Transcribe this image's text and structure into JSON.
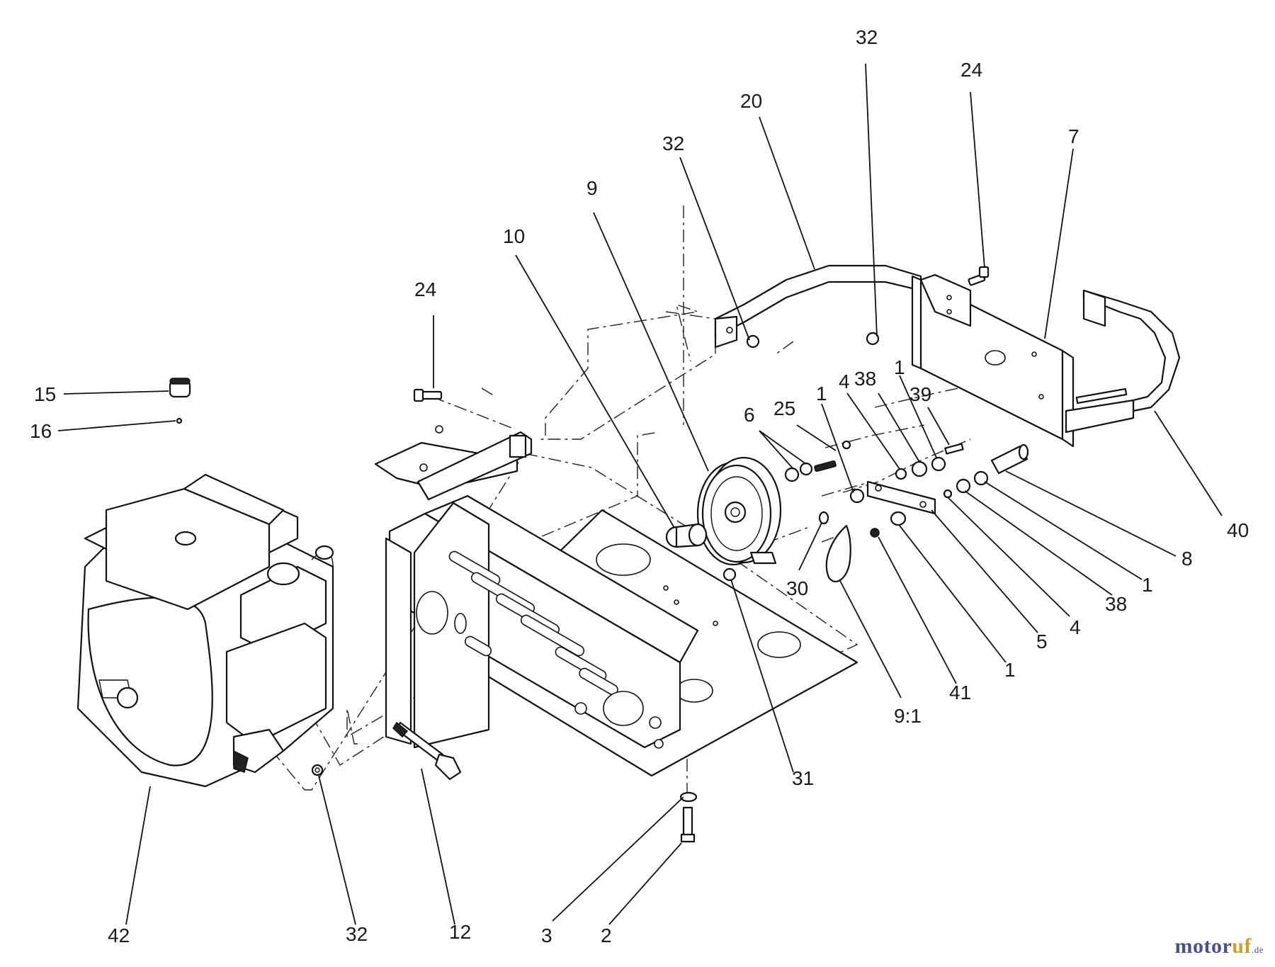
{
  "callouts": [
    {
      "id": "c1",
      "text": "32"
    },
    {
      "id": "c2",
      "text": "24"
    },
    {
      "id": "c3",
      "text": "20"
    },
    {
      "id": "c4",
      "text": "7"
    },
    {
      "id": "c5",
      "text": "32"
    },
    {
      "id": "c6",
      "text": "9"
    },
    {
      "id": "c7",
      "text": "10"
    },
    {
      "id": "c8",
      "text": "24"
    },
    {
      "id": "c9",
      "text": "15"
    },
    {
      "id": "c10",
      "text": "16"
    },
    {
      "id": "c11",
      "text": "6"
    },
    {
      "id": "c12",
      "text": "25"
    },
    {
      "id": "c13",
      "text": "1"
    },
    {
      "id": "c14",
      "text": "4"
    },
    {
      "id": "c15",
      "text": "38"
    },
    {
      "id": "c16",
      "text": "1"
    },
    {
      "id": "c17",
      "text": "39"
    },
    {
      "id": "c18",
      "text": "40"
    },
    {
      "id": "c19",
      "text": "8"
    },
    {
      "id": "c20",
      "text": "1"
    },
    {
      "id": "c21",
      "text": "38"
    },
    {
      "id": "c22",
      "text": "4"
    },
    {
      "id": "c23",
      "text": "5"
    },
    {
      "id": "c24",
      "text": "1"
    },
    {
      "id": "c25",
      "text": "41"
    },
    {
      "id": "c26",
      "text": "9:1"
    },
    {
      "id": "c27",
      "text": "30"
    },
    {
      "id": "c28",
      "text": "31"
    },
    {
      "id": "c29",
      "text": "42"
    },
    {
      "id": "c30",
      "text": "32"
    },
    {
      "id": "c31",
      "text": "12"
    },
    {
      "id": "c32",
      "text": "3"
    },
    {
      "id": "c33",
      "text": "2"
    }
  ],
  "watermark": {
    "brand": "motor",
    "accent": "uf",
    "suffix": ".de"
  },
  "colors": {
    "line": "#111111",
    "background": "#ffffff",
    "brand": "#4a4f8f",
    "accent": "#c9a227"
  }
}
